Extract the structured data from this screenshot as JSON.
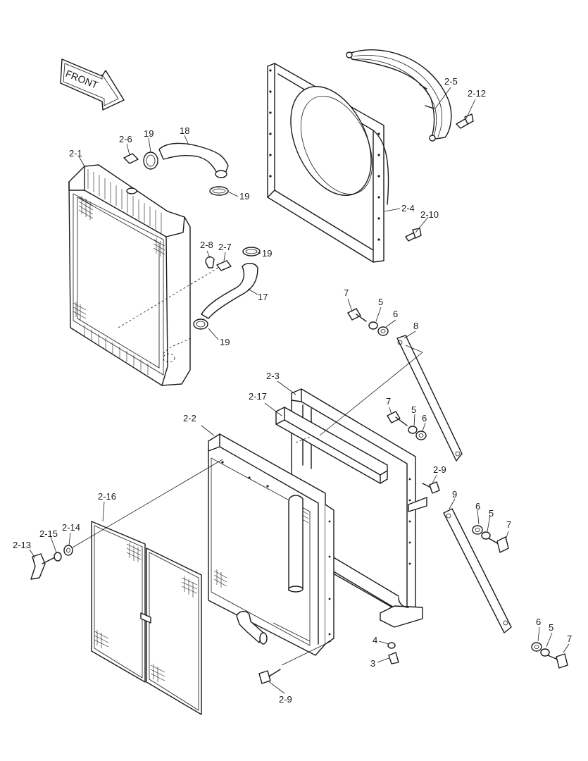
{
  "front_arrow": {
    "label": "FRONT"
  },
  "callouts": [
    {
      "id": "c-2-1",
      "label": "2-1"
    },
    {
      "id": "c-2-6",
      "label": "2-6"
    },
    {
      "id": "c-19a",
      "label": "19"
    },
    {
      "id": "c-18",
      "label": "18"
    },
    {
      "id": "c-19b",
      "label": "19"
    },
    {
      "id": "c-2-8",
      "label": "2-8"
    },
    {
      "id": "c-2-7",
      "label": "2-7"
    },
    {
      "id": "c-19c",
      "label": "19"
    },
    {
      "id": "c-17",
      "label": "17"
    },
    {
      "id": "c-19d",
      "label": "19"
    },
    {
      "id": "c-2-5",
      "label": "2-5"
    },
    {
      "id": "c-2-12",
      "label": "2-12"
    },
    {
      "id": "c-2-4",
      "label": "2-4"
    },
    {
      "id": "c-2-10",
      "label": "2-10"
    },
    {
      "id": "c-7a",
      "label": "7"
    },
    {
      "id": "c-5a",
      "label": "5"
    },
    {
      "id": "c-6a",
      "label": "6"
    },
    {
      "id": "c-8",
      "label": "8"
    },
    {
      "id": "c-2-3",
      "label": "2-3"
    },
    {
      "id": "c-2-17",
      "label": "2-17"
    },
    {
      "id": "c-7b",
      "label": "7"
    },
    {
      "id": "c-5b",
      "label": "5"
    },
    {
      "id": "c-6b",
      "label": "6"
    },
    {
      "id": "c-2-2",
      "label": "2-2"
    },
    {
      "id": "c-2-9a",
      "label": "2-9"
    },
    {
      "id": "c-9",
      "label": "9"
    },
    {
      "id": "c-6c",
      "label": "6"
    },
    {
      "id": "c-5c",
      "label": "5"
    },
    {
      "id": "c-7c",
      "label": "7"
    },
    {
      "id": "c-2-16",
      "label": "2-16"
    },
    {
      "id": "c-2-15",
      "label": "2-15"
    },
    {
      "id": "c-2-14",
      "label": "2-14"
    },
    {
      "id": "c-2-13",
      "label": "2-13"
    },
    {
      "id": "c-4",
      "label": "4"
    },
    {
      "id": "c-3",
      "label": "3"
    },
    {
      "id": "c-2-9b",
      "label": "2-9"
    },
    {
      "id": "c-6d",
      "label": "6"
    },
    {
      "id": "c-5d",
      "label": "5"
    },
    {
      "id": "c-7d",
      "label": "7"
    }
  ]
}
